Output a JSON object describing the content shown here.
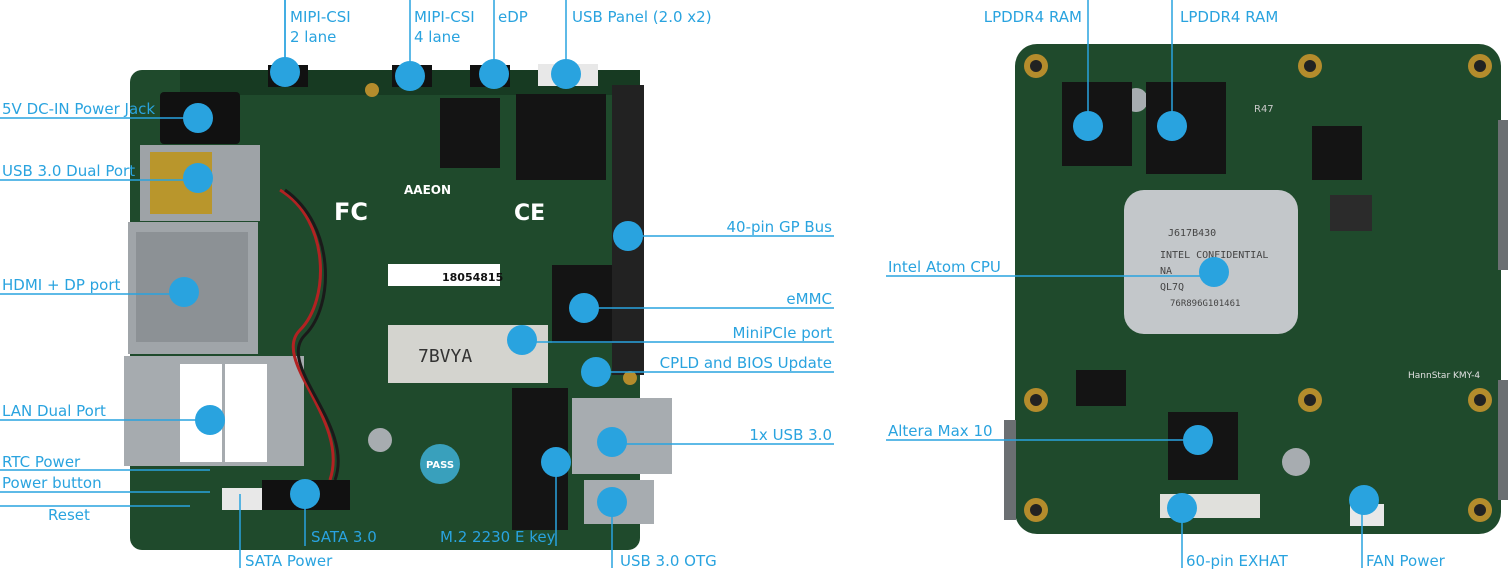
{
  "colors": {
    "accent": "#29a3df",
    "pcb": "#1f4a2c",
    "pcb_dark": "#173a22",
    "chip": "#141414",
    "metal": "#a9aeb2",
    "header": "#222222"
  },
  "left_board": {
    "labels": {
      "mipi2": "MIPI-CSI\n2 lane",
      "mipi4": "MIPI-CSI\n4 lane",
      "edp": "eDP",
      "usb_panel": "USB Panel (2.0 x2)",
      "dc_in": "5V DC-IN Power Jack",
      "usb3_dual": "USB 3.0 Dual Port",
      "hdmi_dp": "HDMI + DP port",
      "lan": "LAN Dual Port",
      "rtc": "RTC Power",
      "power_btn": "Power button",
      "reset": "Reset",
      "sata_power": "SATA Power",
      "sata3": "SATA 3.0",
      "m2": "M.2 2230 E key",
      "usb_otg": "USB 3.0 OTG",
      "gpbus": "40-pin GP Bus",
      "emmc": "eMMC",
      "minipcie": "MiniPCIe port",
      "cpld": "CPLD and BIOS Update",
      "usb3_single": "1x USB 3.0"
    },
    "board_text": {
      "brand": "AAEON",
      "fc": "FC",
      "ce": "CE",
      "sticker": "18054815",
      "slot": "7BVYA",
      "pass": "PASS"
    }
  },
  "right_board": {
    "labels": {
      "ram1": "LPDDR4 RAM",
      "ram2": "LPDDR4 RAM",
      "cpu": "Intel Atom CPU",
      "altera": "Altera Max 10",
      "exhat": "60-pin EXHAT",
      "fan": "FAN Power"
    },
    "cpu_text": [
      "J617B430",
      "INTEL CONFIDENTIAL",
      "NA",
      "QL7Q",
      "76R896G101461"
    ],
    "board_text": {
      "r47": "R47",
      "silk": "HannStar KMY-4"
    }
  }
}
